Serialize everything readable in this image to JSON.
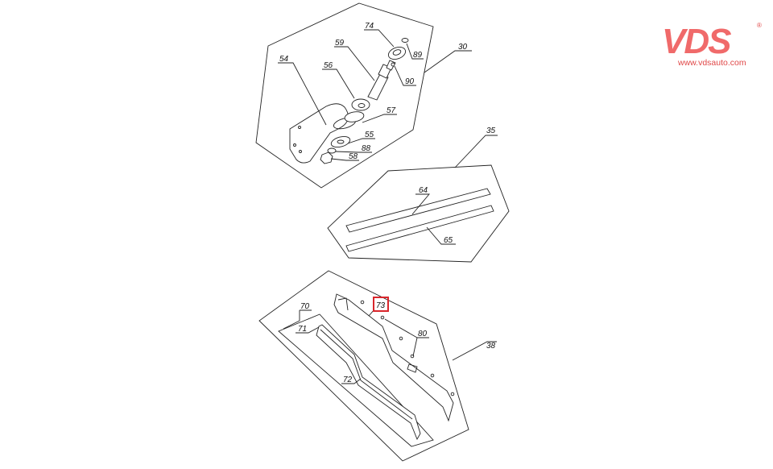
{
  "brand": {
    "logo_text": "VDS",
    "registered": "®",
    "url": "www.vdsauto.com",
    "color": "#f06a6a"
  },
  "highlight_color": "#d9262c",
  "groups": [
    {
      "id": "30",
      "parts": [
        "74",
        "59",
        "54",
        "56",
        "57",
        "55",
        "88",
        "58",
        "89",
        "90"
      ]
    },
    {
      "id": "35",
      "parts": [
        "64",
        "65"
      ]
    },
    {
      "id": "38",
      "parts": [
        "70",
        "71",
        "72",
        "73",
        "80"
      ]
    }
  ],
  "labels": {
    "g30": "30",
    "g35": "35",
    "g38": "38",
    "p74": "74",
    "p59": "59",
    "p54": "54",
    "p56": "56",
    "p57": "57",
    "p55": "55",
    "p88": "88",
    "p58": "58",
    "p89": "89",
    "p90": "90",
    "p64": "64",
    "p65": "65",
    "p70": "70",
    "p71": "71",
    "p72": "72",
    "p73": "73",
    "p80": "80"
  },
  "selected_part": "73"
}
